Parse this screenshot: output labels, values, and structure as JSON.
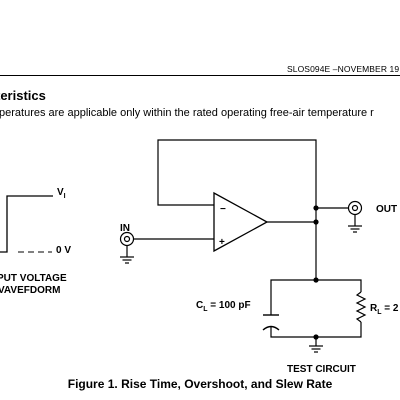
{
  "header": {
    "doc_id": "SLOS094E –NOVEMBER 19"
  },
  "section": {
    "title": "teristics",
    "intro": "peratures are applicable only within the rated operating free-air temperature r"
  },
  "waveform": {
    "high_label": "V",
    "high_label_sub": "I",
    "low_label": "0 V",
    "caption_line1": "PUT VOLTAGE",
    "caption_line2": "VAVEFDORM"
  },
  "circuit": {
    "input_label": "IN",
    "output_label": "OUT",
    "cl_label": "C",
    "cl_sub": "L",
    "cl_value": " = 100 pF",
    "rl_label": "R",
    "rl_sub": "L",
    "rl_value": " = 2",
    "opamp_minus": "−",
    "opamp_plus": "+",
    "title": "TEST CIRCUIT"
  },
  "figure": {
    "caption": "Figure 1. Rise Time, Overshoot, and Slew Rate"
  }
}
